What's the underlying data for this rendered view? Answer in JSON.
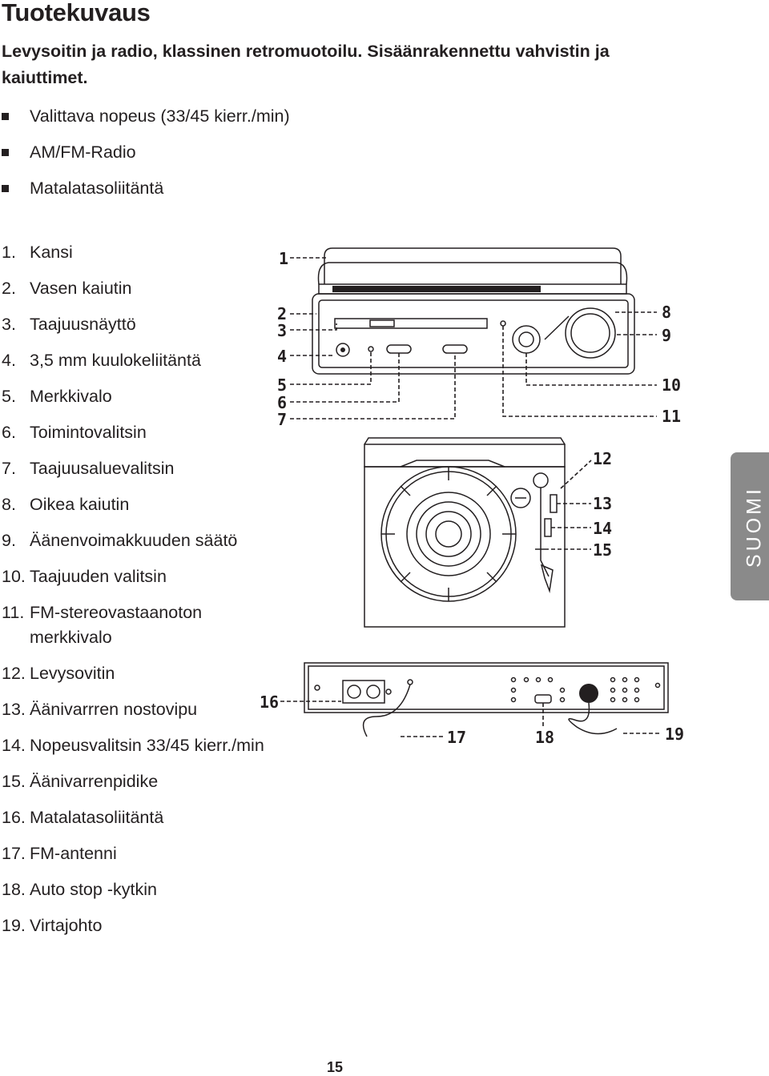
{
  "title": "Tuotekuvaus",
  "intro": "Levysoitin ja radio, klassinen retromuotoilu. Sisäänrakennettu vahvistin ja kaiuttimet.",
  "features": [
    "Valittava nopeus (33/45 kierr./min)",
    "AM/FM-Radio",
    "Matalatasoliitäntä"
  ],
  "parts": [
    {
      "num": "1.",
      "text": "Kansi"
    },
    {
      "num": "2.",
      "text": "Vasen kaiutin"
    },
    {
      "num": "3.",
      "text": "Taajuusnäyttö"
    },
    {
      "num": "4.",
      "text": "3,5 mm kuulokeliitäntä"
    },
    {
      "num": "5.",
      "text": "Merkkivalo"
    },
    {
      "num": "6.",
      "text": "Toimintovalitsin"
    },
    {
      "num": "7.",
      "text": "Taajuusaluevalitsin"
    },
    {
      "num": "8.",
      "text": "Oikea kaiutin"
    },
    {
      "num": "9.",
      "text": "Äänenvoimakkuuden säätö"
    },
    {
      "num": "10.",
      "text": "Taajuuden valitsin"
    },
    {
      "num": "11.",
      "text": "FM-stereovastaanoton merkkivalo"
    },
    {
      "num": "12.",
      "text": "Levysovitin"
    },
    {
      "num": "13.",
      "text": "Äänivarrren nostovipu"
    },
    {
      "num": "14.",
      "text": "Nopeusvalitsin 33/45 kierr./min"
    },
    {
      "num": "15.",
      "text": "Äänivarrenpidike"
    },
    {
      "num": "16.",
      "text": "Matalatasoliitäntä"
    },
    {
      "num": "17.",
      "text": "FM-antenni"
    },
    {
      "num": "18.",
      "text": "Auto stop -kytkin"
    },
    {
      "num": "19.",
      "text": "Virtajohto"
    }
  ],
  "diagram_labels": [
    "1",
    "2",
    "3",
    "4",
    "5",
    "6",
    "7",
    "8",
    "9",
    "10",
    "11",
    "12",
    "13",
    "14",
    "15",
    "16",
    "17",
    "18",
    "19"
  ],
  "side_tab": "SUOMI",
  "page_number": "15",
  "colors": {
    "text": "#231f20",
    "tab": "#8a8a8a"
  }
}
